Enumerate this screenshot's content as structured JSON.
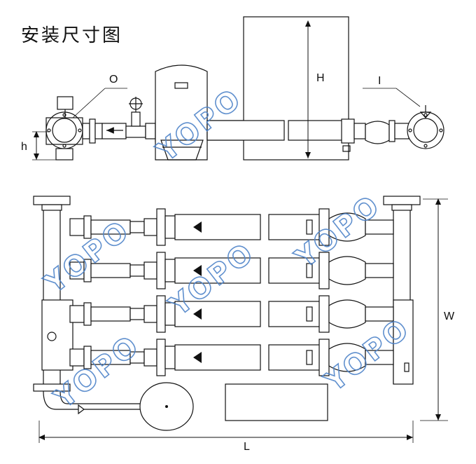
{
  "title": "安装尺寸图",
  "labels": {
    "O": "O",
    "I": "I",
    "H": "H",
    "h": "h",
    "W": "W",
    "L": "L"
  },
  "watermark": "YOPO",
  "colors": {
    "line": "#111111",
    "watermark": "#4f84c9",
    "background": "#ffffff"
  }
}
